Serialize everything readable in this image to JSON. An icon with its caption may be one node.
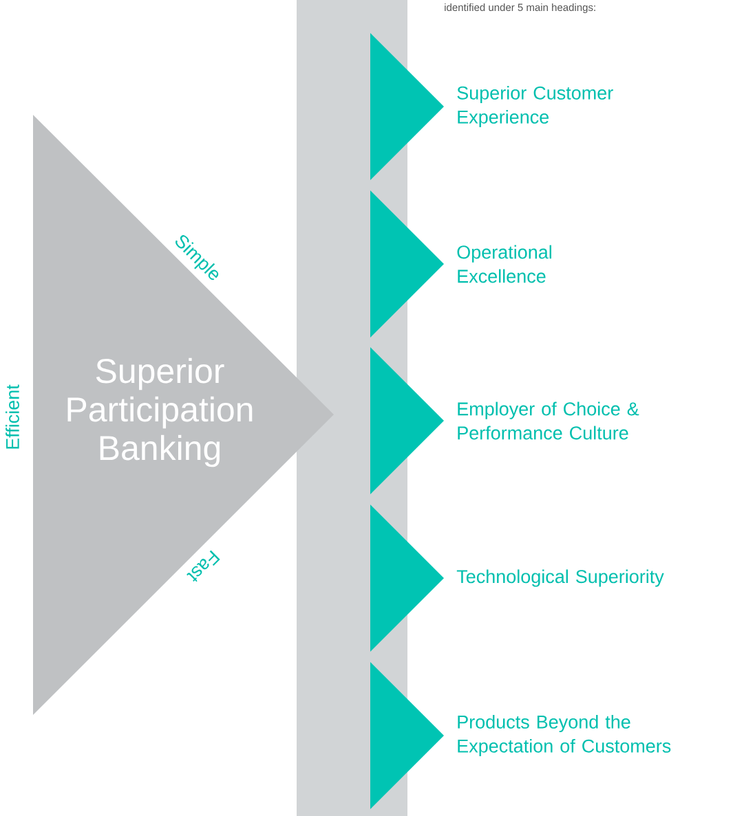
{
  "diagram": {
    "nodes": [
      {
        "text": [
          "Superior Participation Banking"
        ],
        "beside": [
          "Simple",
          "Fast",
          "Efficient"
        ]
      },
      {
        "text": [
          "Superior Customer Experience"
        ]
      },
      {
        "text": [
          "Operational Excellence"
        ]
      },
      {
        "text": [
          "Employer of Choice & Performance Culture"
        ]
      },
      {
        "text": [
          "Technological Superiority"
        ]
      },
      {
        "text": [
          "Products Beyond the Expectation of Customers"
        ]
      },
      {
        "text": [],
        "shape": "bar"
      }
    ],
    "labels": [
      "identified under 5 main headings:"
    ]
  }
}
